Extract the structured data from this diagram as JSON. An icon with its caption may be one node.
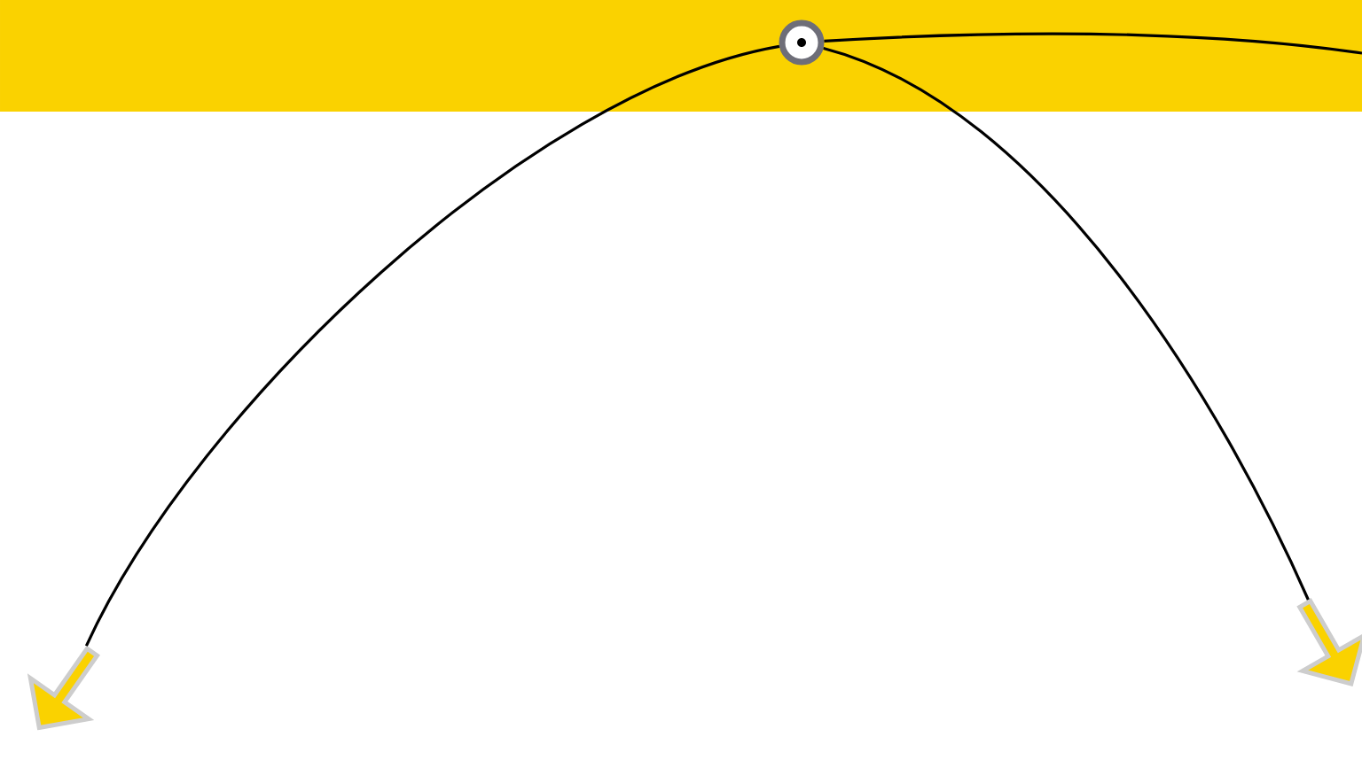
{
  "diagram": {
    "nodes": [
      {
        "text": [],
        "shape": "circle"
      },
      {
        "text": [],
        "shape": "arrow"
      },
      {
        "text": [],
        "shape": "arrow"
      }
    ],
    "edges": [
      {
        "from": 0,
        "to": 1,
        "arrow": "none"
      },
      {
        "from": 0,
        "to": 2,
        "arrow": "none"
      },
      {
        "from": 0,
        "to": null,
        "arrow": "none"
      }
    ]
  }
}
